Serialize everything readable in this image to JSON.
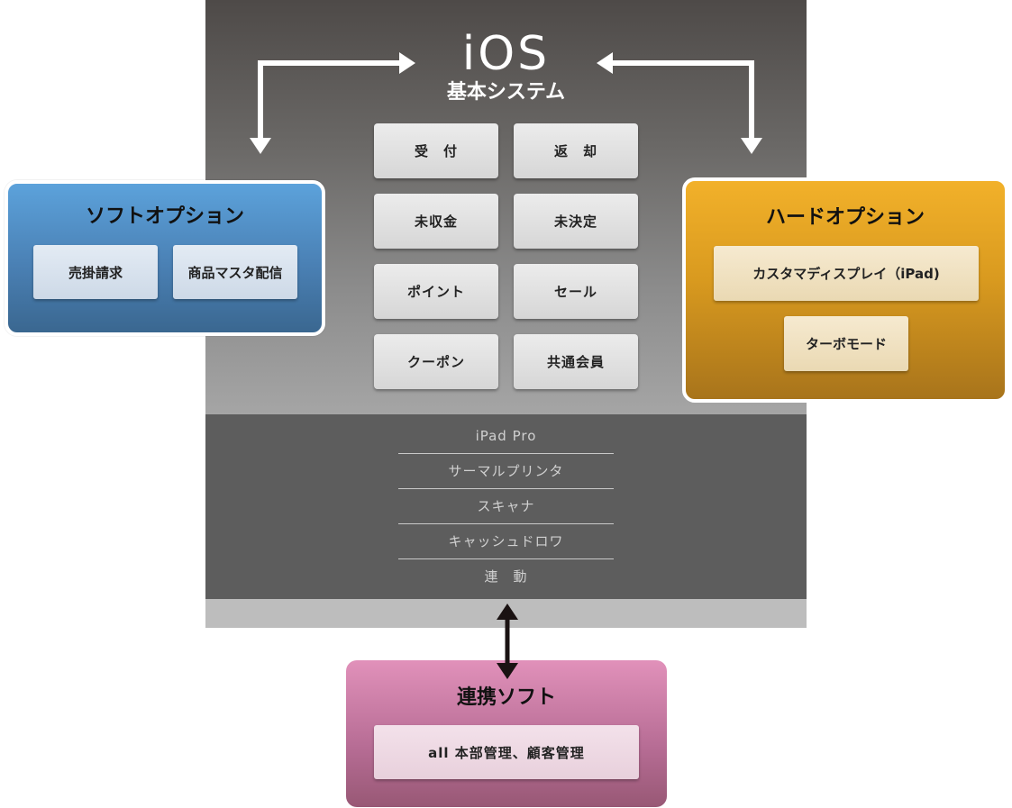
{
  "core": {
    "title": "iOS",
    "subtitle": "基本システム",
    "functions": [
      "受　付",
      "返　却",
      "未収金",
      "未決定",
      "ポイント",
      "セール",
      "クーポン",
      "共通会員"
    ]
  },
  "hardware": {
    "items": [
      "iPad Pro",
      "サーマルプリンタ",
      "スキャナ",
      "キャッシュドロワ",
      "連　動"
    ]
  },
  "soft_option": {
    "title": "ソフトオプション",
    "items": [
      "売掛請求",
      "商品マスタ配信"
    ]
  },
  "hard_option": {
    "title": "ハードオプション",
    "items": [
      "カスタマディスプレイ（iPad)",
      "ターボモード"
    ]
  },
  "linked_software": {
    "title": "連携ソフト",
    "item": "all 本部管理、顧客管理"
  },
  "colors": {
    "soft_blue": "#4a80b4",
    "hard_orange": "#d99a1f",
    "linked_pink": "#b66c94",
    "core_gray": "#6a6866"
  }
}
